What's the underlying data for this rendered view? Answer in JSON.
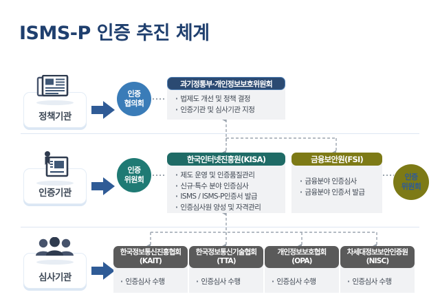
{
  "page": {
    "title": "ISMS-P 인증 추진 체계",
    "background_color": "#ffffff",
    "title_color": "#1f3f6e"
  },
  "colors": {
    "navy_dark": "#2b4a72",
    "arrow_blue": "#2f5b96",
    "circle_blue": "#3a7cb8",
    "circle_teal": "#1f7a74",
    "circle_olive": "#7d7a16",
    "header_navy": "#2b4a72",
    "header_teal": "#1f6b66",
    "header_olive": "#7d7a16",
    "header_gray": "#5a5a5a",
    "body_gray": "#f1f2f4",
    "divider": "#dde6f2",
    "dash_line": "#9aa3ad"
  },
  "rows": [
    {
      "id": "policy",
      "label": "정책기관",
      "icon": "newspaper-icon",
      "circle": {
        "lines": [
          "인증",
          "협의회"
        ],
        "color": "#3a7cb8",
        "text_color": "#ffffff"
      },
      "boxes": [
        {
          "id": "mist-pipc",
          "header_lines": [
            "과기정통부·개인정보보호위원회"
          ],
          "header_color": "#2b4a72",
          "bullets": [
            "법제도 개선 및 정책 결정",
            "인증기관 및 심사기관 지정"
          ]
        }
      ]
    },
    {
      "id": "certification",
      "label": "인증기관",
      "icon": "certificate-document-icon",
      "circle": {
        "lines": [
          "인증",
          "위원회"
        ],
        "color": "#1f7a74",
        "text_color": "#ffffff"
      },
      "circle_right": {
        "lines": [
          "인증",
          "위원회"
        ],
        "color": "#7d7a16",
        "text_color": "#2f5b96"
      },
      "boxes": [
        {
          "id": "kisa",
          "header_lines": [
            "한국인터넷진흥원(KISA)"
          ],
          "header_color": "#1f6b66",
          "bullets": [
            "제도 운영 및 인증품질관리",
            "신규·특수 분야 인증심사",
            "ISMS / ISMS-P인증서 발급",
            "인증심사원 양성 및 자격관리"
          ]
        },
        {
          "id": "fsi",
          "header_lines": [
            "금융보안원(FSI)"
          ],
          "header_color": "#7d7a16",
          "bullets": [
            "금융분야 인증심사",
            "금융분야 인증서 발급"
          ]
        }
      ]
    },
    {
      "id": "audit",
      "label": "심사기관",
      "icon": "people-group-icon",
      "boxes": [
        {
          "id": "kait",
          "header_lines": [
            "한국정보통신진흥협회",
            "(KAIT)"
          ],
          "header_color": "#5a5a5a",
          "bullets": [
            "인증심사 수행"
          ]
        },
        {
          "id": "tta",
          "header_lines": [
            "한국정보통신기술협회",
            "(TTA)"
          ],
          "header_color": "#5a5a5a",
          "bullets": [
            "인증심사 수행"
          ]
        },
        {
          "id": "opa",
          "header_lines": [
            "개인정보보호협회",
            "(OPA)"
          ],
          "header_color": "#5a5a5a",
          "bullets": [
            "인증심사 수행"
          ]
        },
        {
          "id": "nisc",
          "header_lines": [
            "차세대정보보안인증원",
            "(NISC)"
          ],
          "header_color": "#5a5a5a",
          "bullets": [
            "인증심사 수행"
          ]
        }
      ]
    }
  ]
}
